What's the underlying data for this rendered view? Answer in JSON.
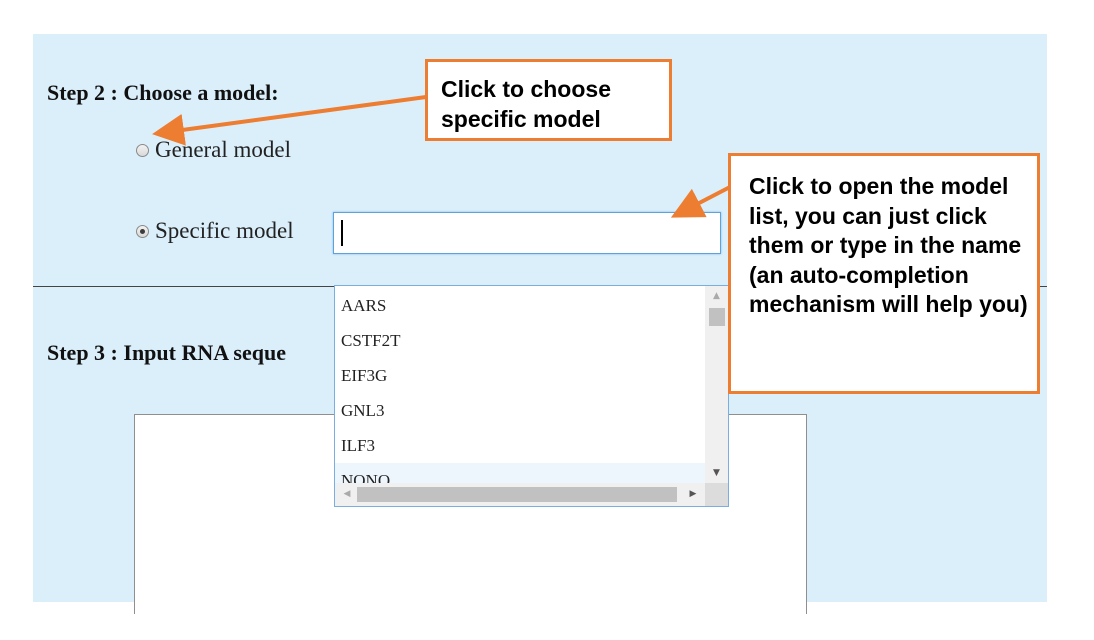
{
  "step2": {
    "title": "Step 2 : Choose a model:",
    "general_label": "General model",
    "specific_label": "Specific model",
    "specific_selected": true,
    "model_input_value": ""
  },
  "step3": {
    "title": "Step 3 : Input RNA seque"
  },
  "dropdown": {
    "items": [
      "AARS",
      "CSTF2T",
      "EIF3G",
      "GNL3",
      "ILF3",
      "NONO"
    ]
  },
  "callouts": {
    "choose_specific": "Click to choose specific model",
    "open_list": "Click to open the model list, you can just click them or type in the name (an auto-completion mechanism will help you)"
  },
  "colors": {
    "panel_bg": "#dbeffb",
    "callout_border": "#ed7d31",
    "input_focus": "#5ea2da"
  }
}
